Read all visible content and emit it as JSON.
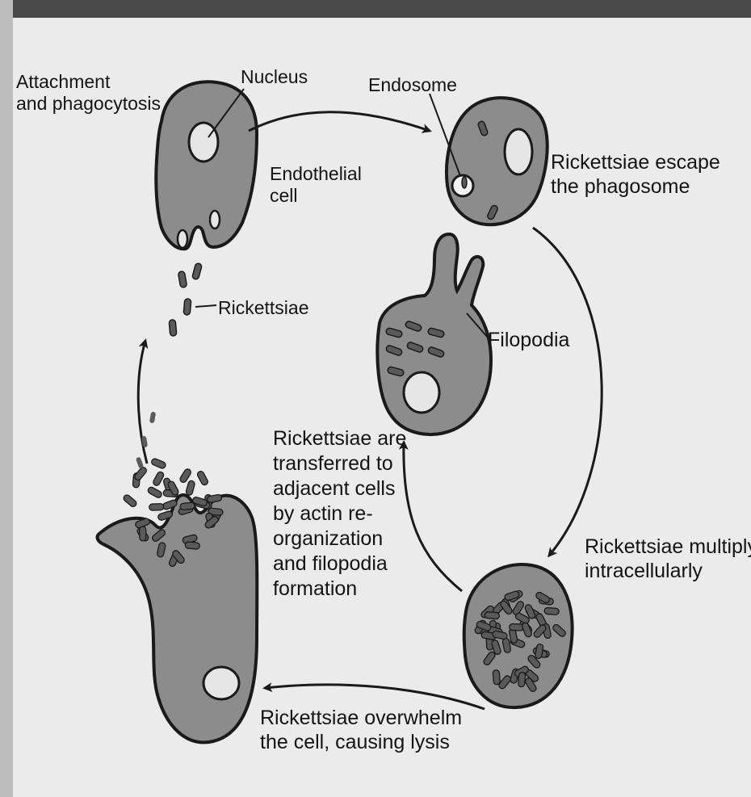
{
  "labels": {
    "attachment": [
      "Attachment",
      "and phagocytosis"
    ],
    "nucleus": "Nucleus",
    "endosome": "Endosome",
    "endothelial": [
      "Endothelial",
      "cell"
    ],
    "rickettsiae": "Rickettsiae",
    "escape": [
      "Rickettsiae escape",
      "the phagosome"
    ],
    "filopodia": "Filopodia",
    "transfer": [
      "Rickettsiae are",
      "transferred to",
      "adjacent cells",
      "by actin re-",
      "organization",
      "and filopodia",
      "formation"
    ],
    "multiply": [
      "Rickettsiae multiply",
      "intracellularly"
    ],
    "overwhelm": [
      "Rickettsiae overwhelm",
      "the cell, causing lysis"
    ]
  },
  "colors": {
    "cell_fill": "#8c8c8c",
    "cell_stroke": "#1a1a1a",
    "nucleus_fill": "#e6e6e6",
    "bacteria_fill": "#5a5a5a",
    "arrow": "#1a1a1a",
    "page_bg": "#ebebeb",
    "top_band": "#4a4a4a"
  }
}
